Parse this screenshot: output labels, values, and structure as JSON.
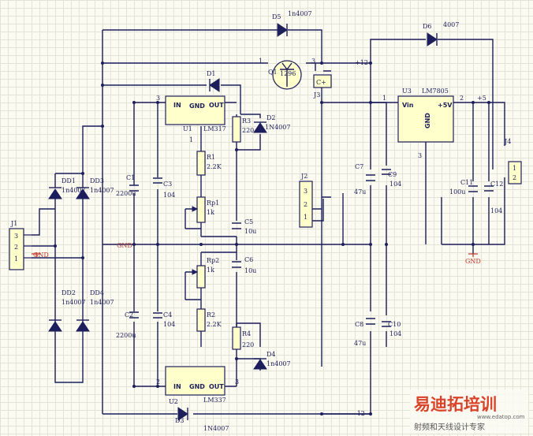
{
  "labels": {
    "J1": "J1",
    "J1_pin3": "3",
    "J1_pin2": "2",
    "J1_pin1": "1",
    "gnd_left": "GND",
    "J2": "J2",
    "J2_pin3": "3",
    "J2_pin2": "2",
    "J2_pin1": "1",
    "J3": "J3",
    "J4": "J4",
    "J4_pin1": "1",
    "J4_pin2": "2",
    "DD1": "DD1",
    "DD1_v": "1n4007",
    "DD2": "DD2",
    "DD2_v": "1n4007",
    "DD3": "DD3",
    "DD3_v": "1n4007",
    "DD4": "DD4",
    "DD4_v": "1n4007",
    "C1": "C1",
    "C1_v": "2200u",
    "C2": "C2",
    "C2_v": "2200u",
    "C3": "C3",
    "C3_v": "104",
    "C4": "C4",
    "C4_v": "104",
    "C5": "C5",
    "C5_v": "10u",
    "C6": "C6",
    "C6_v": "10u",
    "C7": "C7",
    "C7_v": "47u",
    "C8": "C8",
    "C8_v": "47u",
    "C9": "C9",
    "C9_v": "104",
    "C10": "C10",
    "C10_v": "104",
    "C11": "C11",
    "C11_v": "100u",
    "C12": "C12",
    "C12_v": "104",
    "U1": "U1",
    "U1_name": "LM317",
    "U2": "U2",
    "U2_name": "LM337",
    "U3": "U3",
    "U3_name": "LM7805",
    "IN": "IN",
    "GND": "GND",
    "OUT": "OUT",
    "Vin": "Vin",
    "plus5V": "+5V",
    "pin1": "1",
    "pin2": "2",
    "pin3": "3",
    "D1": "D1",
    "D2": "D2",
    "D2_v": "1N4007",
    "D3": "D3",
    "D3_v": "1N4007",
    "D4": "D4",
    "D4_v": "1n4007",
    "D5": "D5",
    "D5_v": "1n4007",
    "D6": "D6",
    "D6_v": "4007",
    "Q1": "Q1",
    "Q1_v": "1296",
    "R1": "R1",
    "R1_v": "2.2K",
    "R2": "R2",
    "R2_v": "2.2K",
    "R3": "R3",
    "R3_v": "220",
    "R4": "R4",
    "R4_v": "220",
    "Rp1": "Rp1",
    "Rp1_v": "1k",
    "Rp2": "Rp2",
    "Rp2_v": "1k",
    "plus12": "+12",
    "minus12": "-12",
    "plus5": "+5",
    "gnd_mid": "GND",
    "gnd_right": "GND",
    "pinq1": "1",
    "pinq3": "3",
    "pinu3_1": "1",
    "pinu3_2": "2",
    "pinu3_3": "3",
    "pinu2_2": "2",
    "pinu2_3": "3",
    "pinu1_1": "1"
  },
  "watermark": {
    "main": "易迪拓培训",
    "sub": "射频和天线设计专家",
    "url": "www.edatop.com"
  },
  "colors": {
    "wire": "#1d1f5c",
    "ground_label": "#c0392b",
    "component_fill": "#ffffcc",
    "watermark": "#d9432a"
  }
}
